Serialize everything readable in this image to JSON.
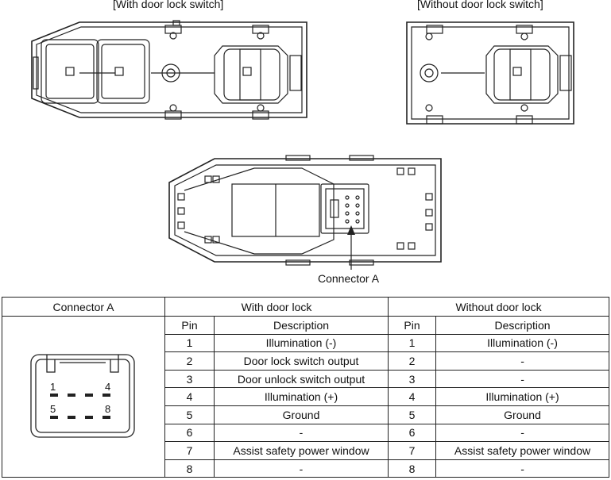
{
  "labels": {
    "with_switch": "[With door lock switch]",
    "without_switch": "[Without door lock switch]",
    "connector_callout": "Connector A"
  },
  "table": {
    "col_connector": "Connector A",
    "group_with": "With door lock",
    "group_without": "Without door lock",
    "pin_header": "Pin",
    "desc_header": "Description",
    "rows": [
      {
        "pin": "1",
        "with": "Illumination (-)",
        "pin2": "1",
        "without": "Illumination (-)"
      },
      {
        "pin": "2",
        "with": "Door lock switch output",
        "pin2": "2",
        "without": "-"
      },
      {
        "pin": "3",
        "with": "Door unlock switch output",
        "pin2": "3",
        "without": "-"
      },
      {
        "pin": "4",
        "with": "Illumination (+)",
        "pin2": "4",
        "without": "Illumination (+)"
      },
      {
        "pin": "5",
        "with": "Ground",
        "pin2": "5",
        "without": "Ground"
      },
      {
        "pin": "6",
        "with": "-",
        "pin2": "6",
        "without": "-"
      },
      {
        "pin": "7",
        "with": "Assist safety power window",
        "pin2": "7",
        "without": "Assist safety power window"
      },
      {
        "pin": "8",
        "with": "-",
        "pin2": "8",
        "without": "-"
      }
    ]
  },
  "connector_pins": {
    "p1": "1",
    "p4": "4",
    "p5": "5",
    "p8": "8"
  }
}
